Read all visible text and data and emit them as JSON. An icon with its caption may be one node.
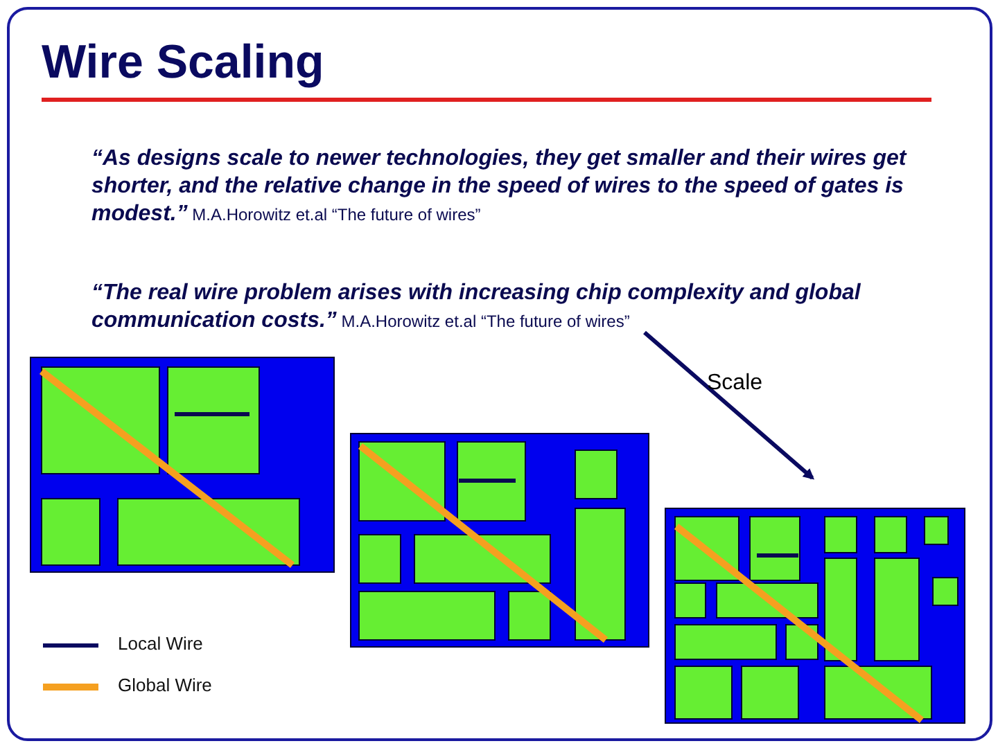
{
  "diagram": {
    "title": "Wire Scaling",
    "labels": [
      "**“As designs scale to newer technologies, they get smaller and their wires get shorter, and the relative change in the speed of wires to the speed of gates is modest.”** M.A.Horowitz et.al “The future of wires”",
      "**“The real wire problem arises with increasing chip complexity and global communication costs.”** M.A.Horowitz et.al “The future of wires”",
      "Scale"
    ],
    "legend": [
      {
        "text": "Local Wire"
      },
      {
        "text": "Global Wire"
      }
    ]
  }
}
